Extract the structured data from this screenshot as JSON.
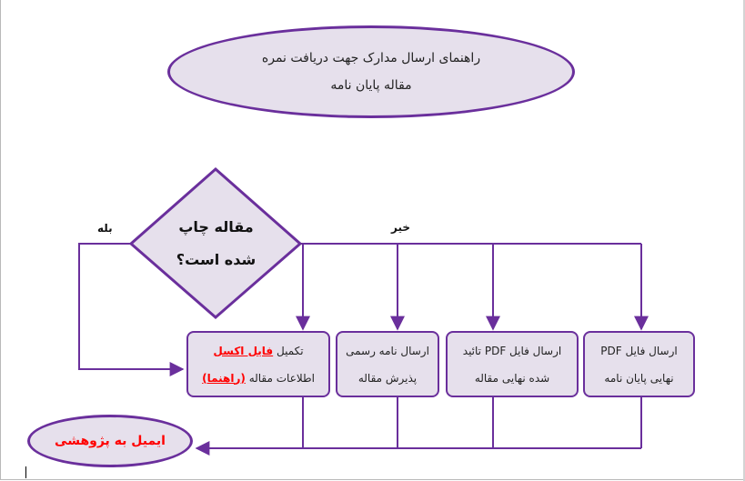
{
  "title": {
    "line1": "راهنمای ارسال مدارک جهت دریافت نمره",
    "line2": "مقاله پایان نامه"
  },
  "decision": {
    "line1": "مقاله چاپ",
    "line2": "شده است؟",
    "yes_label": "بله",
    "no_label": "خیر"
  },
  "boxes": {
    "fill_excel": {
      "prefix": "تکمیل ",
      "excel_link": "فایل اکسل",
      "line2_text": "اطلاعات مقاله ",
      "guide_link": "(راهنما)"
    },
    "acceptance_letter": {
      "line1": "ارسال نامه رسمی",
      "line2": "پذیرش مقاله"
    },
    "final_article_pdf": {
      "line1": "ارسال فایل PDF تائید",
      "line2": "شده نهایی مقاله"
    },
    "final_thesis_pdf": {
      "line1": "ارسال فایل PDF",
      "line2": "نهایی پایان نامه"
    }
  },
  "email": {
    "label": "ایمیل به پژوهشی"
  },
  "colors": {
    "stroke": "#6a2f9c",
    "fill": "#e6e0ec",
    "highlight": "#ff0000"
  }
}
